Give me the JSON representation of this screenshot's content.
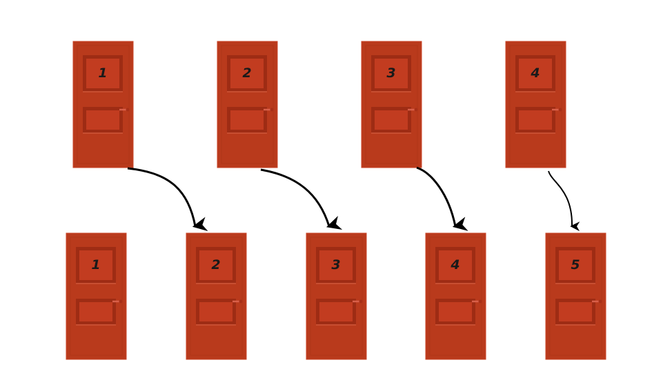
{
  "colors": {
    "door": "#b93a1c",
    "door_edge": "#c9462a",
    "panel": "#c23c20",
    "panel_shadow": "#9e2c14",
    "panel_light": "#d0573a",
    "handle": "#d9604a",
    "arrow": "#000000"
  },
  "top_row": [
    {
      "label": "1"
    },
    {
      "label": "2"
    },
    {
      "label": "3"
    },
    {
      "label": "4"
    }
  ],
  "bottom_row": [
    {
      "label": "1"
    },
    {
      "label": "2"
    },
    {
      "label": "3"
    },
    {
      "label": "4"
    },
    {
      "label": "5"
    }
  ],
  "mappings": [
    {
      "from": "1",
      "to": "2"
    },
    {
      "from": "2",
      "to": "3"
    },
    {
      "from": "3",
      "to": "4"
    },
    {
      "from": "4",
      "to": "5"
    }
  ]
}
